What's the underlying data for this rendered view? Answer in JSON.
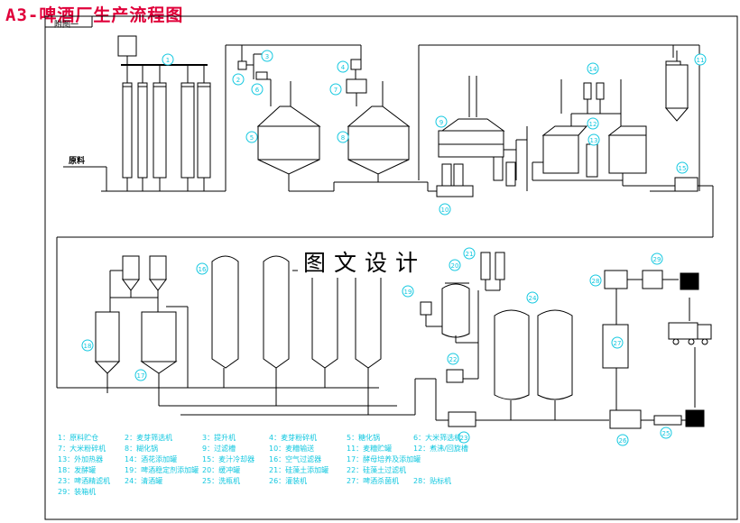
{
  "header": {
    "title": "A3-啤酒厂生产流程图",
    "drawing_tag": "附图一"
  },
  "watermark": "图文设计",
  "raw_material_label": "原料",
  "legend": {
    "rows": [
      [
        "1：原料贮仓",
        "2：麦芽筛选机",
        "3：提升机",
        "4：麦芽粉碎机",
        "5：糖化锅",
        "6：大米筛选机"
      ],
      [
        "7：大米粉碎机",
        "8：糊化锅",
        "9：过滤槽",
        "10：麦糟输送",
        "11：麦糟贮罐",
        "12：煮沸/回旋槽"
      ],
      [
        "13：外加热器",
        "14：酒花添加罐",
        "15：麦汁冷却器",
        "16：空气过滤器",
        "17：酵母培养及添加罐"
      ],
      [
        "18：发酵罐",
        "19：啤酒稳定剂添加罐",
        "20：缓冲罐",
        "21：硅藻土添加罐",
        "22：硅藻土过滤机"
      ],
      [
        "23：啤酒精滤机",
        "24：清酒罐",
        "25：洗瓶机",
        "26：灌装机",
        "27：啤酒杀菌机",
        "28：贴标机"
      ],
      [
        "29：装箱机"
      ]
    ]
  },
  "callouts": [
    "1",
    "2",
    "3",
    "4",
    "5",
    "6",
    "7",
    "8",
    "9",
    "10",
    "11",
    "12",
    "13",
    "14",
    "15",
    "16",
    "17",
    "18",
    "19",
    "20",
    "21",
    "22",
    "23",
    "24",
    "25",
    "26",
    "27",
    "28",
    "29"
  ],
  "colors": {
    "title": "#e0003a",
    "callout": "#14c8e0",
    "line": "#000000"
  }
}
